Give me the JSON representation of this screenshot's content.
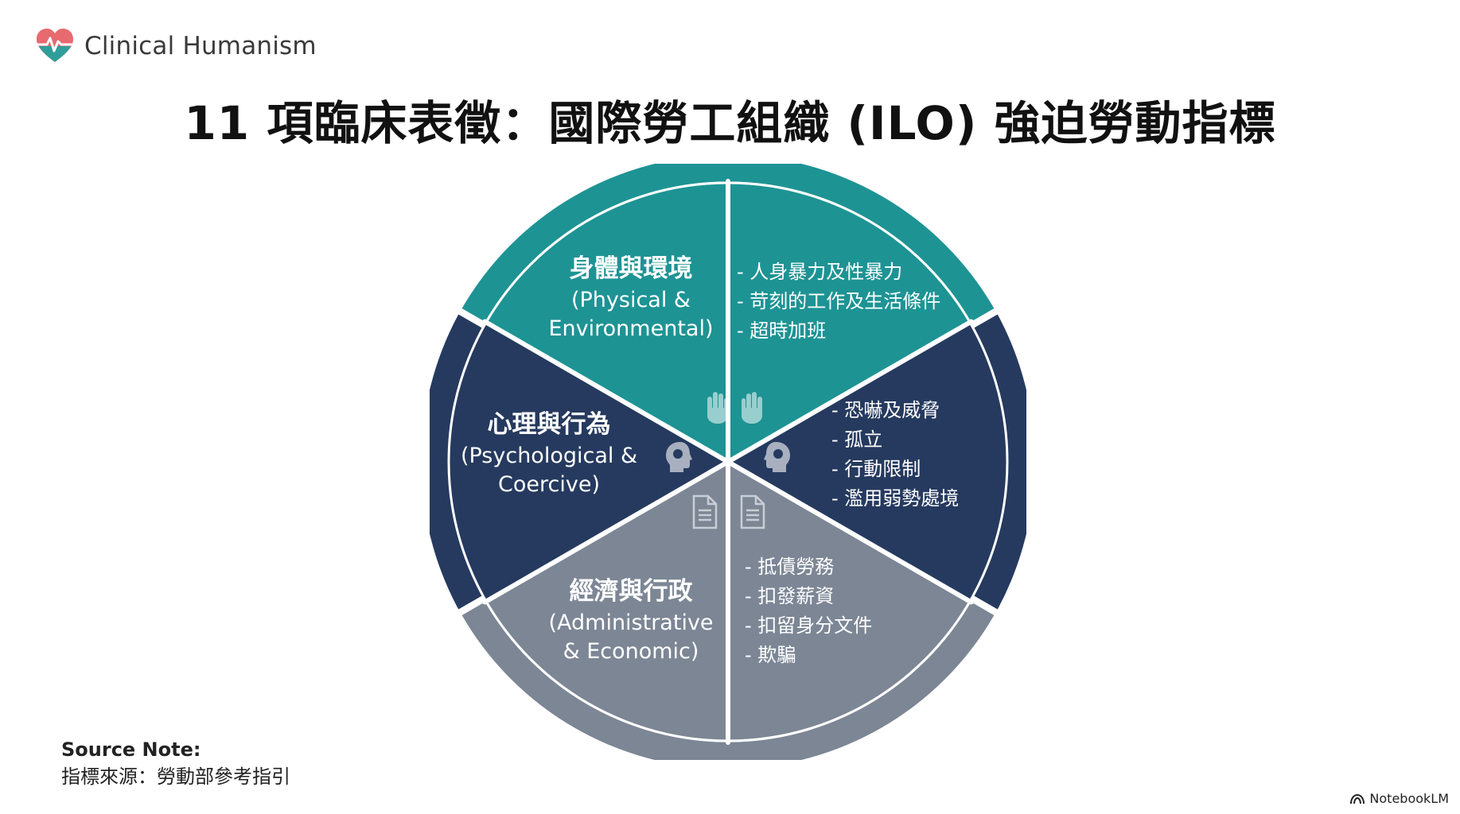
{
  "brand": {
    "name": "Clinical Humanism",
    "logo_icon": "heart-pulse-icon"
  },
  "title": "11 項臨床表徵：國際勞工組織 (ILO) 強迫勞動指標",
  "colors": {
    "teal": "#1e9394",
    "navy": "#263a5f",
    "gray": "#7c8695",
    "white": "#ffffff"
  },
  "categories": [
    {
      "id": "physical",
      "name_zh": "身體與環境",
      "name_en_line1": "(Physical &",
      "name_en_line2": "Environmental)",
      "items": [
        "- 人身暴力及性暴力",
        "- 苛刻的工作及生活條件",
        "- 超時加班"
      ],
      "icon": "hand-raised-icon"
    },
    {
      "id": "psychological",
      "name_zh": "心理與行為",
      "name_en_line1": "(Psychological &",
      "name_en_line2": "Coercive)",
      "items": [
        "- 恐嚇及威脅",
        "- 孤立",
        "- 行動限制",
        "- 濫用弱勢處境"
      ],
      "icon": "head-brain-icon"
    },
    {
      "id": "economic",
      "name_zh": "經濟與行政",
      "name_en_line1": "(Administrative",
      "name_en_line2": "& Economic)",
      "items": [
        "- 抵債勞務",
        "- 扣發薪資",
        "- 扣留身分文件",
        "- 欺騙"
      ],
      "icon": "document-icon"
    }
  ],
  "source_note": {
    "heading": "Source Note:",
    "text": "指標來源：勞動部參考指引"
  },
  "footer": {
    "label": "NotebookLM",
    "icon": "notebooklm-icon"
  }
}
